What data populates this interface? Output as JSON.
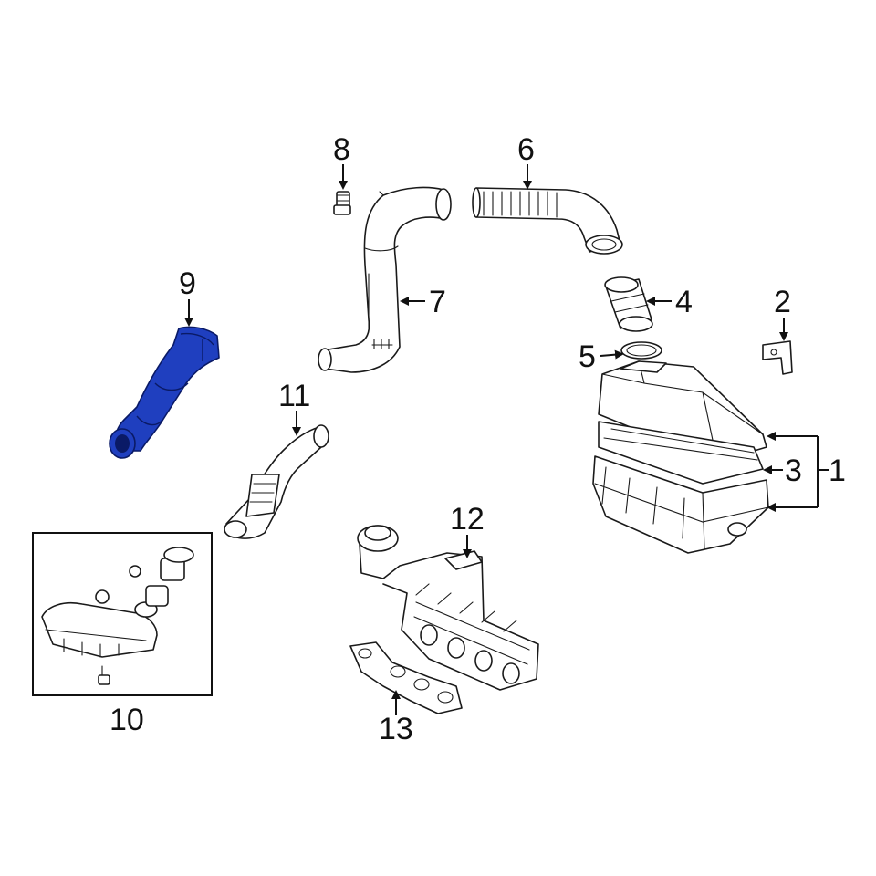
{
  "colors": {
    "background": "#ffffff",
    "line": "#1a1a1a",
    "highlight": "#1f3fbf"
  },
  "highlighted_part": "9",
  "callouts": [
    {
      "id": "1",
      "label": "1"
    },
    {
      "id": "2",
      "label": "2"
    },
    {
      "id": "3",
      "label": "3"
    },
    {
      "id": "4",
      "label": "4"
    },
    {
      "id": "5",
      "label": "5"
    },
    {
      "id": "6",
      "label": "6"
    },
    {
      "id": "7",
      "label": "7"
    },
    {
      "id": "8",
      "label": "8"
    },
    {
      "id": "9",
      "label": "9"
    },
    {
      "id": "10",
      "label": "10"
    },
    {
      "id": "11",
      "label": "11"
    },
    {
      "id": "12",
      "label": "12"
    },
    {
      "id": "13",
      "label": "13"
    }
  ]
}
